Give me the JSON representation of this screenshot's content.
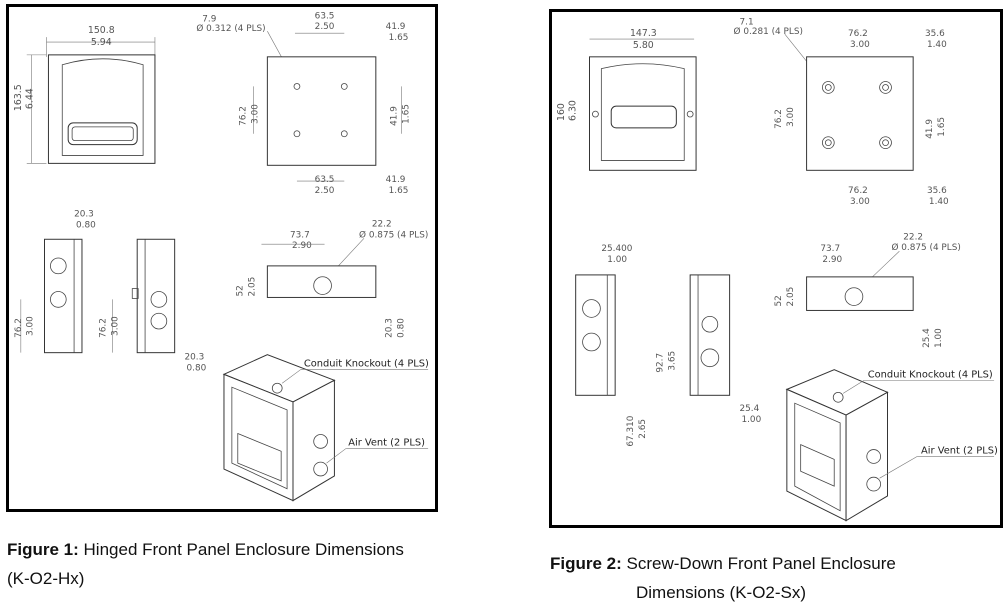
{
  "figure1": {
    "caption_label": "Figure 1:",
    "caption_line1": "Hinged Front Panel Enclosure Dimensions",
    "caption_line2": "(K-O2-Hx)",
    "front": {
      "w_mm": "150.8",
      "w_in": "5.94",
      "h_mm": "163.5",
      "h_in": "6.44"
    },
    "back": {
      "hole_mm": "7.9",
      "hole_in": "Ø 0.312 (4 PLS)",
      "top_mm": "63.5",
      "top_in": "2.50",
      "tr_mm": "41.9",
      "tr_in": "1.65",
      "left_mm": "76.2",
      "left_in": "3.00",
      "right_mm": "41.9",
      "right_in": "1.65",
      "bot_mm": "63.5",
      "bot_in": "2.50",
      "br_mm": "41.9",
      "br_in": "1.65"
    },
    "side": {
      "top_mm": "20.3",
      "top_in": "0.80",
      "l_mm": "76.2",
      "l_in": "3.00",
      "r_mm": "76.2",
      "r_in": "3.00",
      "bot_mm": "20.3",
      "bot_in": "0.80"
    },
    "bottom": {
      "w_mm": "73.7",
      "w_in": "2.90",
      "hole_mm": "22.2",
      "hole_in": "Ø 0.875 (4 PLS)",
      "h_mm": "52",
      "h_in": "2.05",
      "r_mm": "20.3",
      "r_in": "0.80"
    },
    "iso": {
      "conduit": "Conduit Knockout (4 PLS)",
      "vent": "Air Vent (2 PLS)"
    }
  },
  "figure2": {
    "caption_label": "Figure 2:",
    "caption_line1": "Screw-Down Front Panel Enclosure",
    "caption_line2": "Dimensions (K-O2-Sx)",
    "front": {
      "w_mm": "147.3",
      "w_in": "5.80",
      "h_mm": "160",
      "h_in": "6.30"
    },
    "back": {
      "hole_mm": "7.1",
      "hole_in": "Ø 0.281 (4 PLS)",
      "top_mm": "76.2",
      "top_in": "3.00",
      "tr_mm": "35.6",
      "tr_in": "1.40",
      "left_mm": "76.2",
      "left_in": "3.00",
      "right_mm": "41.9",
      "right_in": "1.65",
      "bot_mm": "76.2",
      "bot_in": "3.00",
      "br_mm": "35.6",
      "br_in": "1.40"
    },
    "side": {
      "top_mm": "25.400",
      "top_in": "1.00",
      "r_mm": "92.7",
      "r_in": "3.65",
      "bl_mm": "67.310",
      "bl_in": "2.65",
      "bot_mm": "25.4",
      "bot_in": "1.00"
    },
    "bottom": {
      "w_mm": "73.7",
      "w_in": "2.90",
      "hole_mm": "22.2",
      "hole_in": "Ø 0.875 (4 PLS)",
      "h_mm": "52",
      "h_in": "2.05",
      "r_mm": "25.4",
      "r_in": "1.00"
    },
    "iso": {
      "conduit": "Conduit Knockout (4 PLS)",
      "vent": "Air Vent (2 PLS)"
    }
  }
}
